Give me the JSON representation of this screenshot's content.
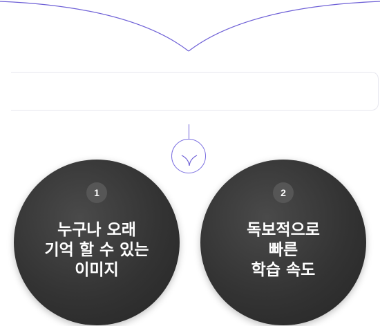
{
  "colors": {
    "connector": "#6d5fd6",
    "circle_fill": "#333333",
    "badge_fill": "#565656",
    "text": "#ffffff"
  },
  "arrow": {
    "icon": "chevron-down-icon"
  },
  "items": [
    {
      "number": "1",
      "lines": [
        "누구나 오래",
        "기억 할 수 있는",
        "이미지"
      ]
    },
    {
      "number": "2",
      "lines": [
        "독보적으로",
        "빠른",
        "학습 속도"
      ]
    }
  ]
}
